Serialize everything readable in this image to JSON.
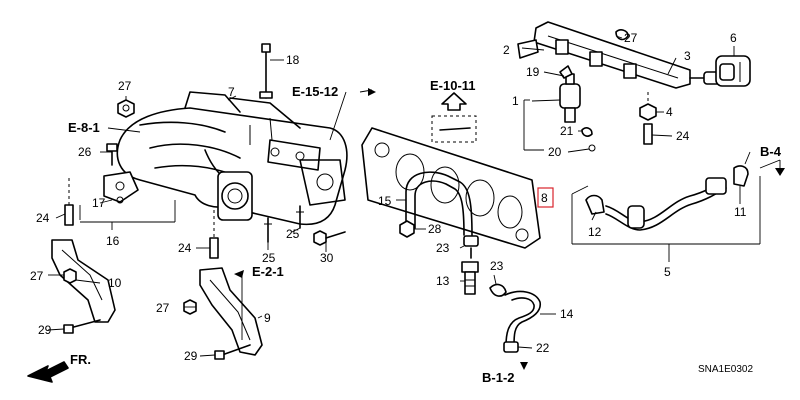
{
  "diagram": {
    "code": "SNA1E0302",
    "direction": "FR.",
    "highlight_color": "#d9232b",
    "refs": {
      "e81": "E-8-1",
      "e1512": "E-15-12",
      "e1011": "E-10-11",
      "e21": "E-2-1",
      "b4": "B-4",
      "b12": "B-1-2"
    },
    "parts": {
      "p1": "1",
      "p2": "2",
      "p3": "3",
      "p4": "4",
      "p5": "5",
      "p6": "6",
      "p7": "7",
      "p8": "8",
      "p9": "9",
      "p10": "10",
      "p11": "11",
      "p12": "12",
      "p13": "13",
      "p14": "14",
      "p15": "15",
      "p16": "16",
      "p17": "17",
      "p18": "18",
      "p19": "19",
      "p20": "20",
      "p21": "21",
      "p22": "22",
      "p23": "23",
      "p24": "24",
      "p25": "25",
      "p26": "26",
      "p27": "27",
      "p28": "28",
      "p29": "29",
      "p30": "30"
    }
  }
}
